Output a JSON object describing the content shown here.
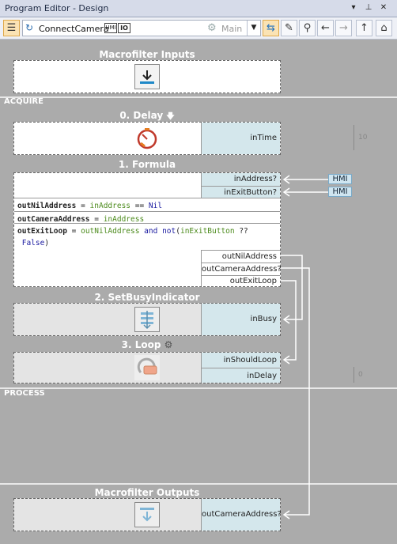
{
  "window": {
    "title": "Program Editor - Design"
  },
  "toolbar": {
    "macrofilter_name": "ConnectCamera",
    "hmi_badge": "HMI",
    "io_badge": "IO",
    "variant": "Main"
  },
  "sections": {
    "acquire": "ACQUIRE",
    "process": "PROCESS"
  },
  "macro_inputs": {
    "title": "Macrofilter Inputs"
  },
  "macro_outputs": {
    "title": "Macrofilter Outputs",
    "output": "outCameraAddress?"
  },
  "blocks": {
    "delay": {
      "title": "0. Delay",
      "input": "inTime",
      "param": "10"
    },
    "formula": {
      "title": "1. Formula",
      "inputs": [
        "inAddress?",
        "inExitButton?"
      ],
      "hmi_labels": [
        "HMI",
        "HMI"
      ],
      "outputs": [
        "outNilAddress",
        "outCameraAddress?",
        "outExitLoop"
      ],
      "lines": [
        {
          "lhs": "outNilAddress",
          "eq": " = ",
          "a": "inAddress",
          "op": " == ",
          "b": "Nil"
        },
        {
          "lhs": "outCameraAddress",
          "eq": " = ",
          "a": "inAddress"
        },
        {
          "lhs": "outExitLoop",
          "eq": " = ",
          "a": "outNilAddress",
          "op": " and ",
          "b": "not",
          "c": "(",
          "d": "inExitButton",
          "e": " ??",
          "f": "False",
          "g": ")"
        }
      ]
    },
    "busy": {
      "title": "2. SetBusyIndicator",
      "input": "inBusy"
    },
    "loop": {
      "title": "3. Loop",
      "inputs": [
        "inShouldLoop",
        "inDelay"
      ],
      "param": "0"
    }
  }
}
